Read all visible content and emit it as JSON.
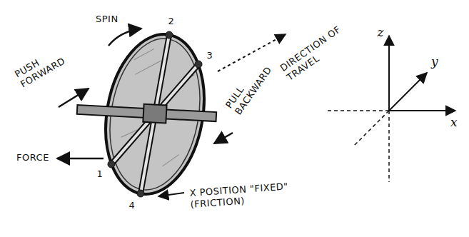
{
  "diagram": {
    "labels": [
      "SPIN",
      "2",
      "PUSH FORWARD",
      "3",
      "DIRECTION OF TRAVEL",
      "z",
      "y",
      "x",
      "PULL BACKWARD",
      "FORCE",
      "1",
      "X POSITION \"FIXED\" (FRICTION)",
      "4"
    ]
  }
}
